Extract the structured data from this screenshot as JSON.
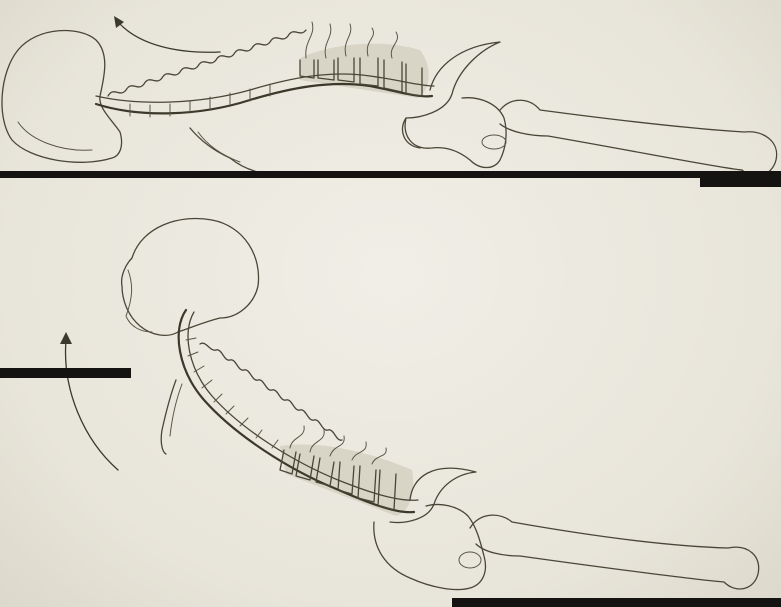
{
  "figure": {
    "panels": [
      {
        "id": "top",
        "pose": "prone-extension"
      },
      {
        "id": "bottom",
        "pose": "prone-flexion"
      }
    ],
    "colors": {
      "paper": "#e9e6dc",
      "ink": "#4a4637",
      "bar": "#141311",
      "shade": "#d3d0bf"
    }
  }
}
